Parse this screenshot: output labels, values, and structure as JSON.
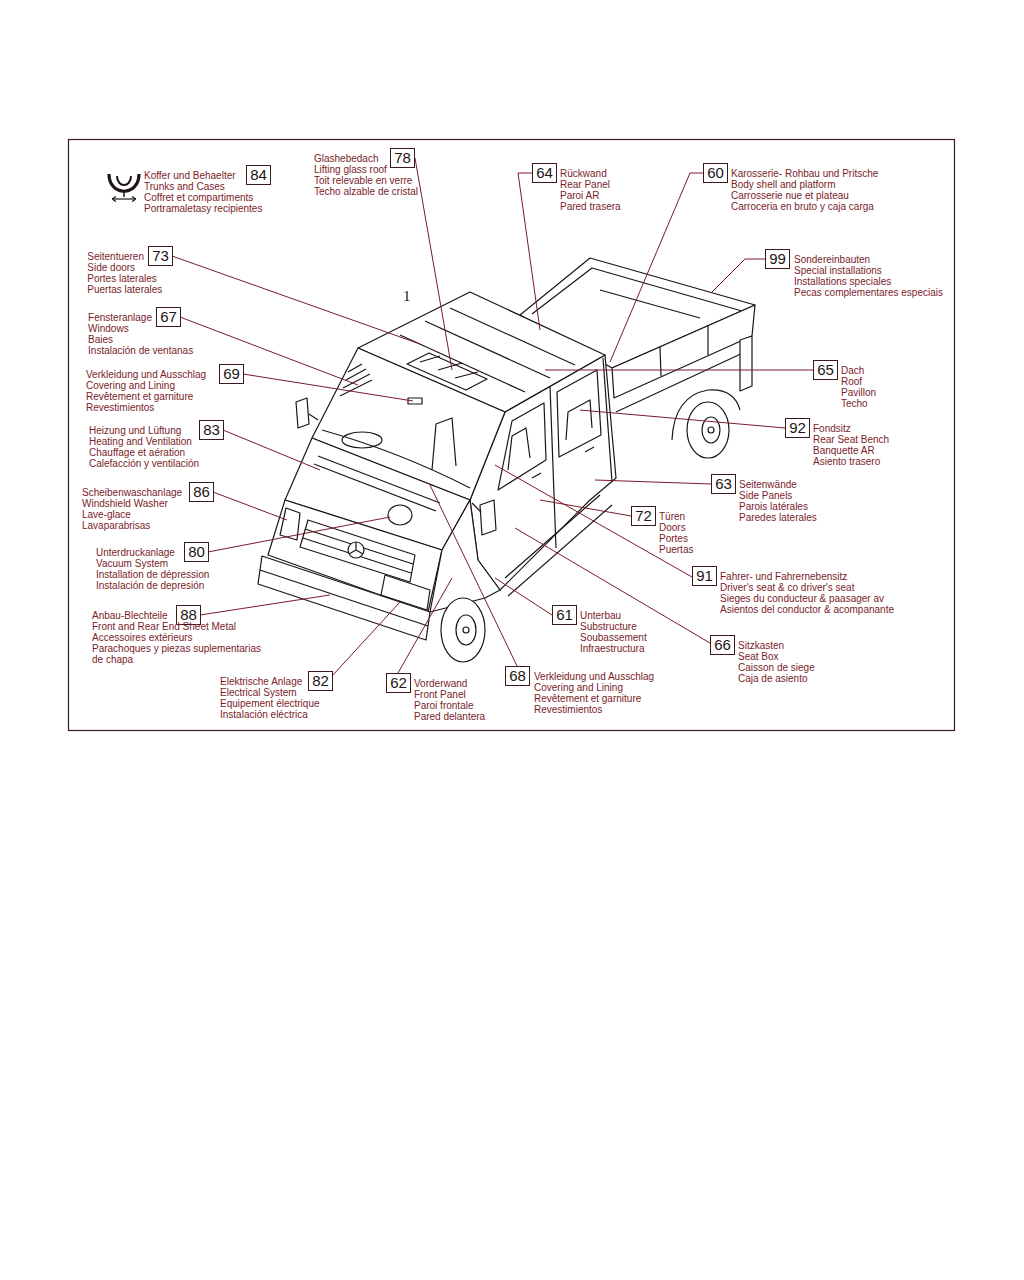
{
  "diagram": {
    "nodes": [
      {
        "text": [
          "84",
          "Koffer und Behaelter",
          "Trunks and Cases",
          "Coffret et compartiments",
          "Portramaletasy recipientes"
        ]
      },
      {
        "text": [
          "78",
          "Glashebedach",
          "Lifting glass roof",
          "Toit relevable en verre",
          "Techo alzable de cristal"
        ]
      },
      {
        "text": [
          "64",
          "Rückwand",
          "Rear Panel",
          "Paroi AR",
          "Pared trasera"
        ]
      },
      {
        "text": [
          "60",
          "Karosserie- Rohbau und Pritsche",
          "Body shell and platform",
          "Carrosserie nue et plateau",
          "Carroceria en bruto y caja carga"
        ]
      },
      {
        "text": [
          "73",
          "Seitentueren",
          "Side doors",
          "Portes laterales",
          "Puertas laterales"
        ]
      },
      {
        "text": [
          "99",
          "Sondereinbauten",
          "Special installations",
          "Installations speciales",
          "Pecas complementares especiais"
        ]
      },
      {
        "text": [
          "67",
          "Fensteranlage",
          "Windows",
          "Baies",
          "Instalación de ventanas"
        ]
      },
      {
        "text": [
          "69",
          "Verkleidung und Ausschlag",
          "Covering and Lining",
          "Revêtement et garniture",
          "Revestimientos"
        ]
      },
      {
        "text": [
          "65",
          "Dach",
          "Roof",
          "Pavillon",
          "Techo"
        ]
      },
      {
        "text": [
          "83",
          "Heizung und Lüftung",
          "Heating and Ventilation",
          "Chauffage et aération",
          "Calefacción y ventilación"
        ]
      },
      {
        "text": [
          "92",
          "Fondsitz",
          "Rear Seat Bench",
          "Banquette AR",
          "Asiento trasero"
        ]
      },
      {
        "text": [
          "63",
          "Seitenwände",
          "Side Panels",
          "Parois latérales",
          "Paredes laterales"
        ]
      },
      {
        "text": [
          "86",
          "Scheibenwaschanlage",
          "Windshield Washer",
          "Lave-glace",
          "Lavaparabrisas"
        ]
      },
      {
        "text": [
          "72",
          "Türen",
          "Doors",
          "Portes",
          "Puertas"
        ]
      },
      {
        "text": [
          "80",
          "Unterdruckanlage",
          "Vacuum System",
          "Installation de dépression",
          "Instalación de depresión"
        ]
      },
      {
        "text": [
          "91",
          "Fahrer- und Fahrernebensitz",
          "Driver's seat & co driver's seat",
          "Sieges du conducteur & paasager av",
          "Asientos del conductor & acompanante"
        ]
      },
      {
        "text": [
          "88",
          "Anbau-Blechteile",
          "Front and Rear End Sheet Metal",
          "Accessoires extérieurs",
          "Parachoques y piezas suplementarias de chapa"
        ]
      },
      {
        "text": [
          "61",
          "Unterbau",
          "Substructure",
          "Soubassement",
          "Infraestructura"
        ]
      },
      {
        "text": [
          "66",
          "Sitzkasten",
          "Seat Box",
          "Caisson de siege",
          "Caja de asiento"
        ]
      },
      {
        "text": [
          "82",
          "Elektrische Anlage",
          "Electrical System",
          "Equipement électrique",
          "Instalación eléctrica"
        ]
      },
      {
        "text": [
          "62",
          "Vorderwand",
          "Front Panel",
          "Paroi frontale",
          "Pared delantera"
        ]
      },
      {
        "text": [
          "68",
          "Verkleidung und Ausschlag",
          "Covering and Lining",
          "Revêtement et garniture",
          "Revestimientos"
        ]
      }
    ],
    "labels": [
      "1"
    ]
  }
}
